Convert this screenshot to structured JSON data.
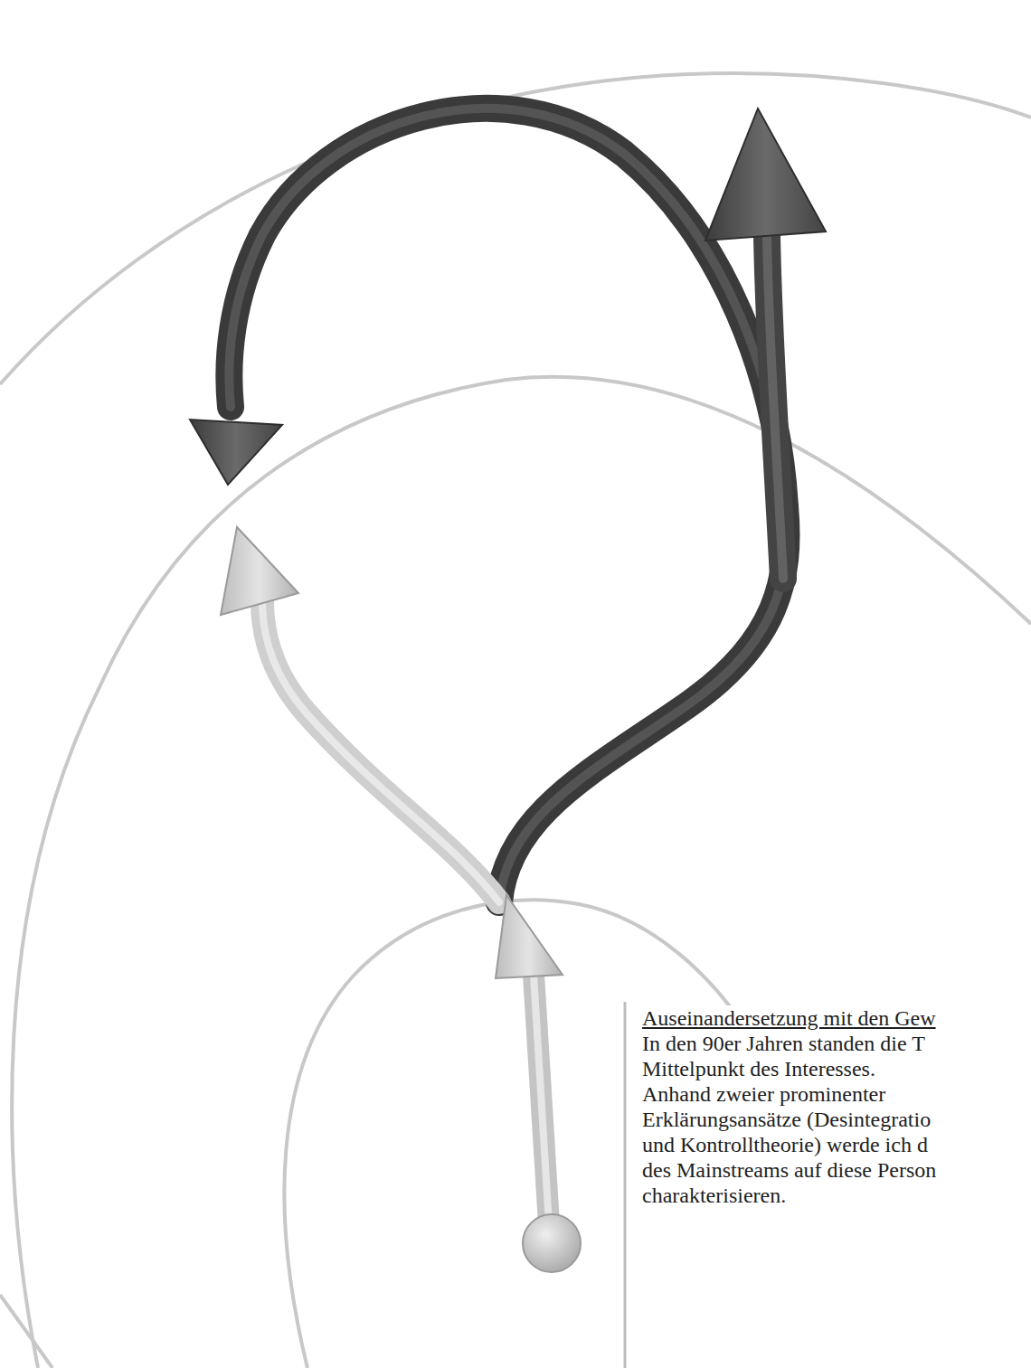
{
  "diagram": {
    "labels": [
      "Auseinandersetzung mit den Gew",
      "In den 90er Jahren standen die T",
      "Mittelpunkt des Interesses.",
      "Anhand zweier prominenter",
      "Erklärungsansätze (Desintegratio",
      "und Kontrolltheorie) werde ich d",
      "des Mainstreams auf diese Person",
      "charakterisieren."
    ]
  }
}
